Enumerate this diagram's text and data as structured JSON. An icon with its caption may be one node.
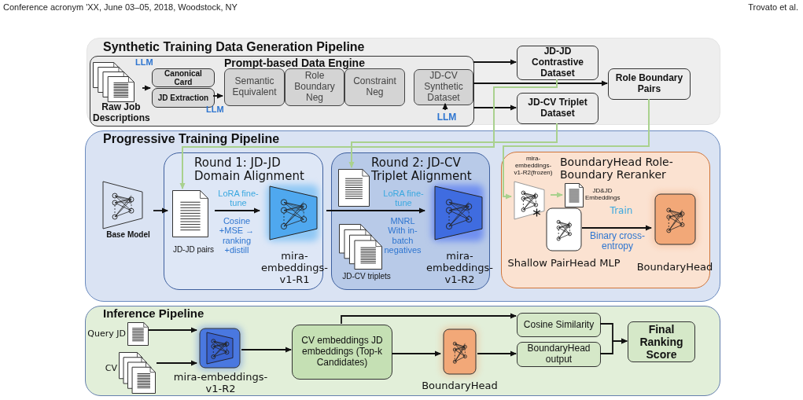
{
  "diagram": {
    "nodes": [
      {
        "text": [
          "Synthetic Training Data Generation Pipeline"
        ]
      },
      {
        "text": [
          "Prompt-based Data Engine"
        ],
        "in": 0
      },
      {
        "text": [
          "Raw Job Descriptions"
        ],
        "in": 1
      },
      {
        "text": [
          "Canonical Card"
        ],
        "in": 1
      },
      {
        "text": [
          "JD Extraction"
        ],
        "in": 1
      },
      {
        "text": [
          "Semantic Equivalent"
        ],
        "in": 1
      },
      {
        "text": [
          "Role Boundary Neg"
        ],
        "in": 1
      },
      {
        "text": [
          "Constraint Neg"
        ],
        "in": 1
      },
      {
        "text": [
          "JD-CV Synthetic Dataset"
        ],
        "in": 1
      },
      {
        "text": [
          "LLM"
        ],
        "in": 1
      },
      {
        "text": [
          "JD-JD Contrastive Dataset"
        ],
        "in": 0
      },
      {
        "text": [
          "Role Boundary Pairs"
        ],
        "in": 0
      },
      {
        "text": [
          "JD-CV Triplet Dataset"
        ],
        "in": 0
      },
      {
        "text": [
          "Progressive Training Pipeline"
        ]
      },
      {
        "text": [
          "Base Model"
        ],
        "in": 13
      },
      {
        "text": [
          "Round 1: JD-JD Domain Alignment"
        ],
        "in": 13
      },
      {
        "text": [
          "JD-JD pairs"
        ],
        "in": 15
      },
      {
        "text": [
          "mira-embeddings-v1-R1"
        ],
        "in": 15
      },
      {
        "text": [
          "Round 2: JD-CV Triplet Alignment"
        ],
        "in": 13
      },
      {
        "text": [],
        "shape": "picture",
        "in": 18
      },
      {
        "text": [
          "JD-CV triplets"
        ],
        "in": 18
      },
      {
        "text": [
          "mira-embeddings-v1-R2"
        ],
        "in": 18
      },
      {
        "text": [
          "BoundaryHead Role-Boundary Reranker"
        ],
        "in": 13
      },
      {
        "text": [
          "mira-embeddings-v1-R2(frozen)"
        ],
        "in": 22
      },
      {
        "text": [
          "JD&JD Embeddings"
        ],
        "in": 22
      },
      {
        "text": [
          "Shallow PairHead MLP"
        ],
        "in": 22
      },
      {
        "text": [
          "BoundaryHead"
        ],
        "in": 22
      },
      {
        "text": [
          "Inference Pipeline"
        ]
      },
      {
        "text": [
          "Query JD"
        ],
        "in": 27
      },
      {
        "text": [
          "CV"
        ],
        "in": 27
      },
      {
        "text": [
          "mira-embeddings-v1-R2"
        ],
        "in": 27
      },
      {
        "text": [
          "CV embeddings JD embeddings (Top-k Candidates)"
        ],
        "in": 27
      },
      {
        "text": [
          "BoundaryHead"
        ],
        "in": 27
      },
      {
        "text": [
          "Cosine Similarity"
        ],
        "in": 27
      },
      {
        "text": [
          "BoundaryHead output"
        ],
        "in": 27
      },
      {
        "text": [
          "Final Ranking Score"
        ],
        "in": 27
      }
    ],
    "edges": [
      {
        "from": 2,
        "to": 4,
        "arrow": "to"
      },
      {
        "from": 4,
        "to": 5,
        "arrow": "to"
      },
      {
        "from": 9,
        "to": 8,
        "arrow": "to"
      },
      {
        "from": 1,
        "to": 10,
        "arrow": "to"
      },
      {
        "from": 1,
        "to": 11,
        "arrow": "to"
      },
      {
        "from": 1,
        "to": 12,
        "arrow": "to"
      },
      {
        "from": 10,
        "to": 16,
        "arrow": "to",
        "color": "#a9d18e"
      },
      {
        "from": 12,
        "to": 19,
        "arrow": "to",
        "color": "#a9d18e"
      },
      {
        "from": 11,
        "to": 23,
        "arrow": "to",
        "color": "#a9d18e"
      },
      {
        "from": 23,
        "to": 24,
        "arrow": "to",
        "color": "#a9d18e"
      },
      {
        "from": 14,
        "to": 16,
        "arrow": "to"
      },
      {
        "from": 16,
        "to": 17,
        "arrow": "to"
      },
      {
        "from": 17,
        "to": 21,
        "arrow": "to"
      },
      {
        "from": 25,
        "to": 26,
        "arrow": "to"
      },
      {
        "from": 28,
        "to": 30,
        "arrow": "to"
      },
      {
        "from": 29,
        "to": 30,
        "arrow": "to"
      },
      {
        "from": 30,
        "to": 31,
        "arrow": "to"
      },
      {
        "from": 31,
        "to": 33,
        "arrow": "to"
      },
      {
        "from": 31,
        "to": 32,
        "arrow": "to"
      },
      {
        "from": 32,
        "to": 34,
        "arrow": "to"
      },
      {
        "from": 33,
        "to": 35,
        "arrow": "to"
      },
      {
        "from": 34,
        "to": 35,
        "arrow": "to"
      }
    ],
    "labels": [
      "Conference acronym 'XX, June 03–05, 2018, Woodstock, NY",
      "Trovato et al.",
      "LLM",
      "LLM",
      "LoRA fine-tune",
      "Cosine +MSE → ranking +distill",
      "LoRA fine-tune",
      "MNRL With in-batch negatives",
      "Train",
      "Binary cross-entropy"
    ]
  }
}
